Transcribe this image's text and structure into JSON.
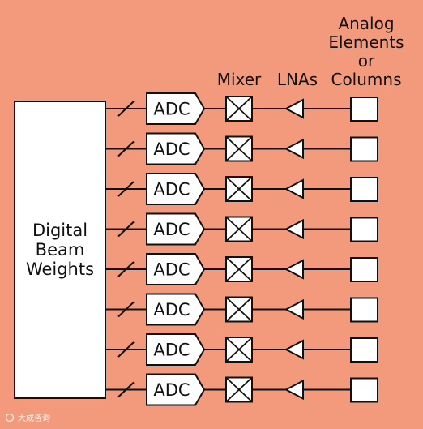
{
  "headers": {
    "analog_lines": [
      "Analog",
      "Elements",
      "or"
    ],
    "mixer": "Mixer",
    "lnas": "LNAs",
    "columns": "Columns"
  },
  "digital_block": {
    "lines": [
      "Digital",
      "Beam",
      "Weights"
    ]
  },
  "channel": {
    "adc_label": "ADC",
    "count": 8
  },
  "watermark": {
    "text": "大成咨询"
  },
  "colors": {
    "background": "#f39a7c",
    "block_fill": "#ffffff",
    "stroke": "#111111"
  }
}
